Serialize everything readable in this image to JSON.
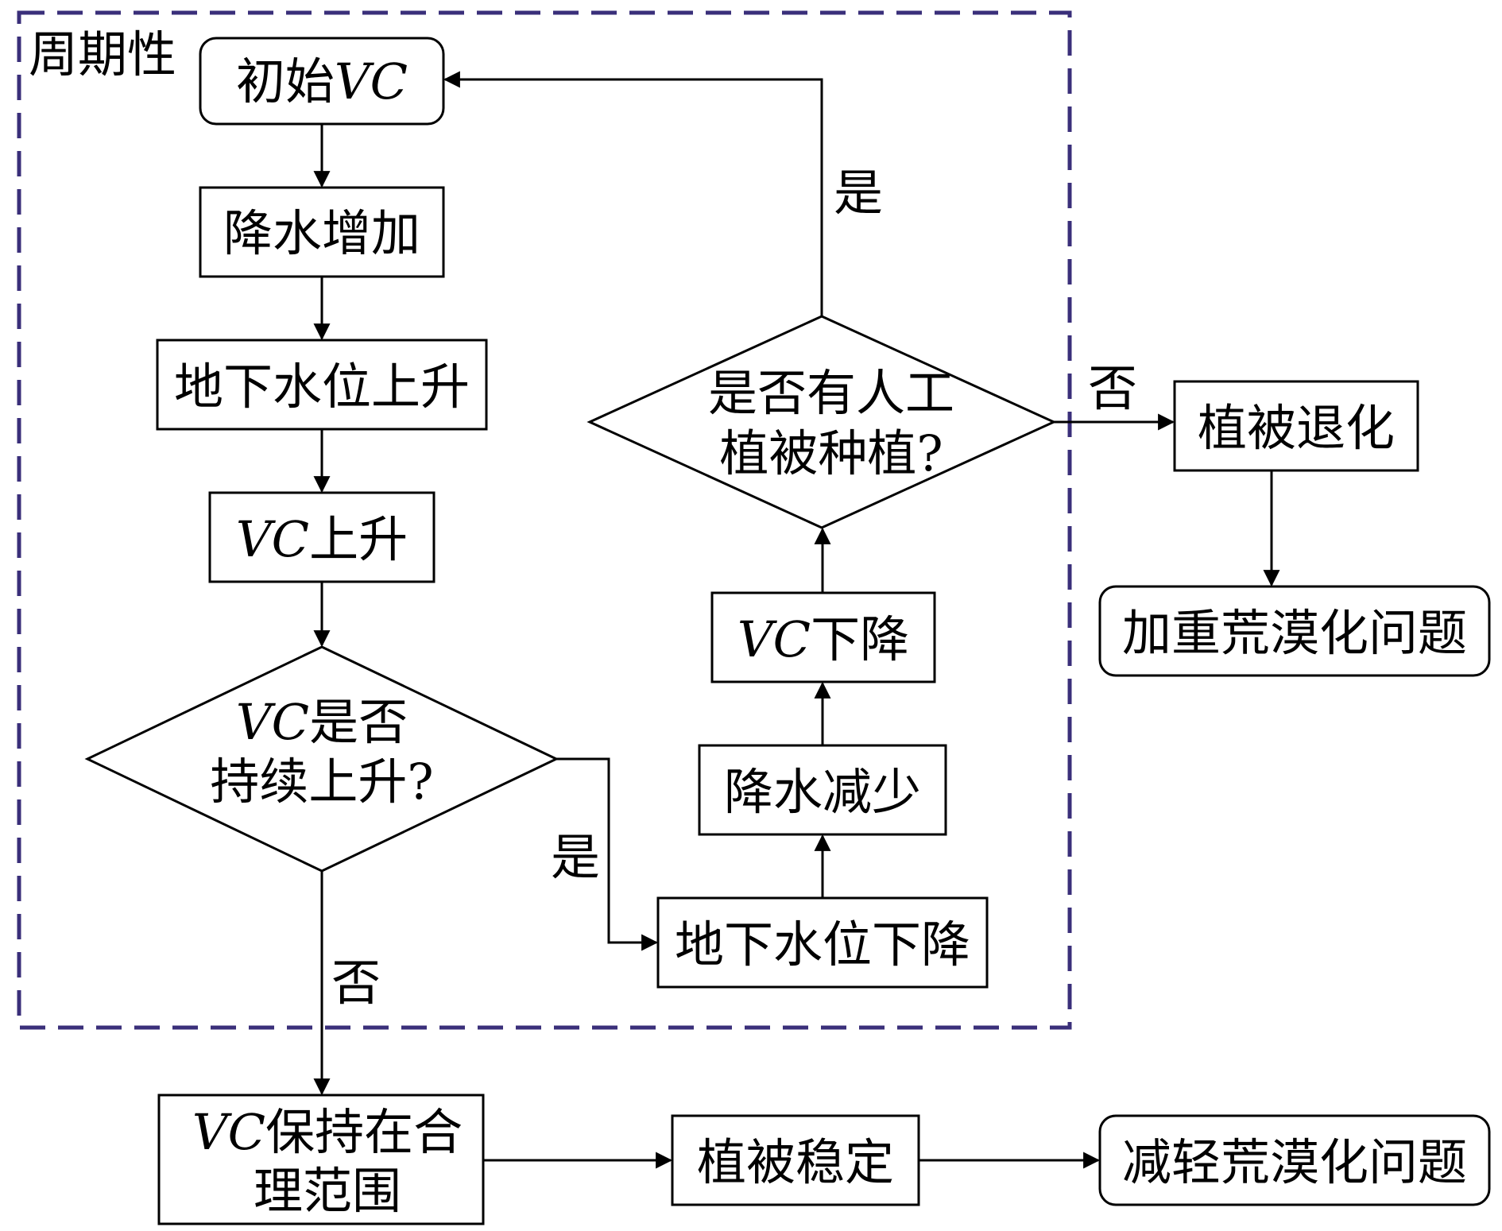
{
  "region_label": "周期性",
  "nodes": {
    "initial_vc": {
      "prefix": "初始",
      "vc": "VC"
    },
    "precip_increase": {
      "text": "降水增加"
    },
    "gw_rise": {
      "text": "地下水位上升"
    },
    "vc_rise": {
      "vc": "VC",
      "suffix": "上升"
    },
    "decision_vc": {
      "line1_vc": "VC",
      "line1": "是否",
      "line2": "持续上升?"
    },
    "gw_fall": {
      "text": "地下水位下降"
    },
    "precip_decrease": {
      "text": "降水减少"
    },
    "vc_fall": {
      "vc": "VC",
      "suffix": "下降"
    },
    "decision_planting": {
      "line1": "是否有人工",
      "line2": "植被种植?"
    },
    "veg_degradation": {
      "text": "植被退化"
    },
    "aggravate": {
      "text": "加重荒漠化问题"
    },
    "vc_reasonable": {
      "line1_vc": "VC",
      "line1": "保持在合",
      "line2": "理范围"
    },
    "veg_stable": {
      "text": "植被稳定"
    },
    "mitigate": {
      "text": "减轻荒漠化问题"
    }
  },
  "edge_labels": {
    "yes_to_gw_fall": "是",
    "no_to_reasonable": "否",
    "yes_to_initial": "是",
    "no_to_degradation": "否"
  },
  "colors": {
    "region_border": "#3a2f7a",
    "line": "#000000"
  }
}
